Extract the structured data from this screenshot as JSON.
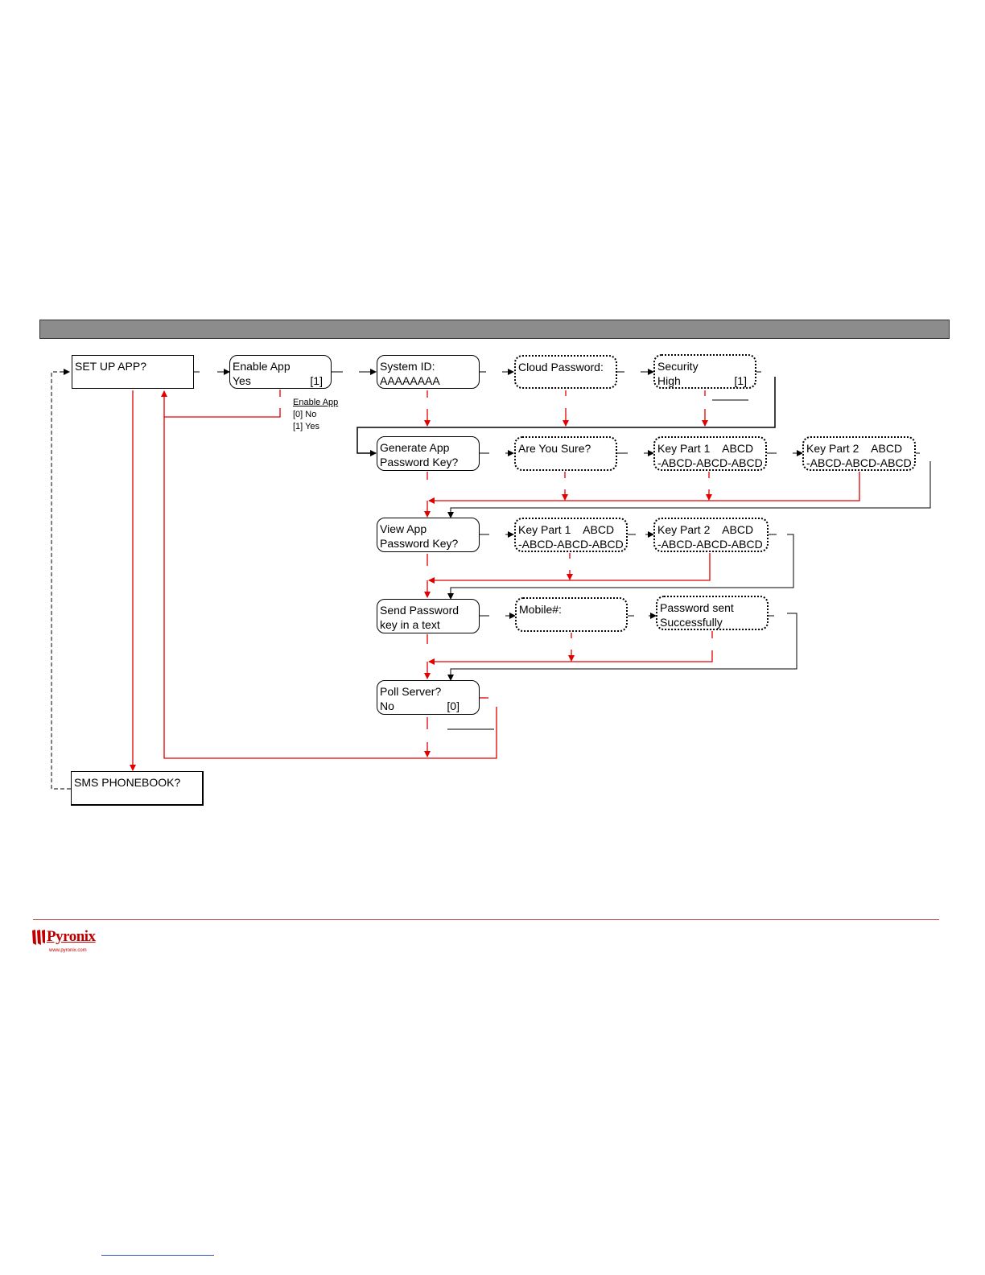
{
  "nodes": {
    "setup_app": {
      "l1": "SET UP APP?"
    },
    "enable_app": {
      "l1": "Enable App",
      "l2": "Yes",
      "val": "[1]"
    },
    "system_id": {
      "l1": "System ID:",
      "l2": "AAAAAAAA"
    },
    "cloud_password": {
      "l1": "Cloud Password:"
    },
    "security": {
      "l1": "Security",
      "l2": "High",
      "val": "[1]"
    },
    "generate_key": {
      "l1": "Generate App",
      "l2": "Password Key?"
    },
    "are_you_sure": {
      "l1": "Are You Sure?"
    },
    "gen_key_part1": {
      "l1": "Key Part 1    ABCD",
      "l2": "-ABCD-ABCD-ABCD"
    },
    "gen_key_part2": {
      "l1": "Key Part 2    ABCD",
      "l2": "-ABCD-ABCD-ABCD"
    },
    "view_key": {
      "l1": "View App",
      "l2": "Password Key?"
    },
    "view_key_part1": {
      "l1": "Key Part 1    ABCD",
      "l2": "-ABCD-ABCD-ABCD"
    },
    "view_key_part2": {
      "l1": "Key Part 2    ABCD",
      "l2": "-ABCD-ABCD-ABCD"
    },
    "send_password": {
      "l1": "Send Password",
      "l2": "key in a text"
    },
    "mobile": {
      "l1": "Mobile#:"
    },
    "password_sent": {
      "l1": "Password sent",
      "l2": "Successfully"
    },
    "poll_server": {
      "l1": "Poll Server?",
      "l2": "No",
      "val": "[0]"
    },
    "sms_phonebook": {
      "l1": "SMS PHONEBOOK?"
    }
  },
  "enable_options": {
    "title": "Enable App",
    "opt0": "[0] No",
    "opt1": "[1] Yes"
  },
  "logo": {
    "name": "Pyronix",
    "url": "www.pyronix.com"
  },
  "colors": {
    "header_bar": "#8c8c8c",
    "back_flow": "#e00000",
    "forward_flow": "#000000",
    "footer_rule": "#c0504d"
  }
}
